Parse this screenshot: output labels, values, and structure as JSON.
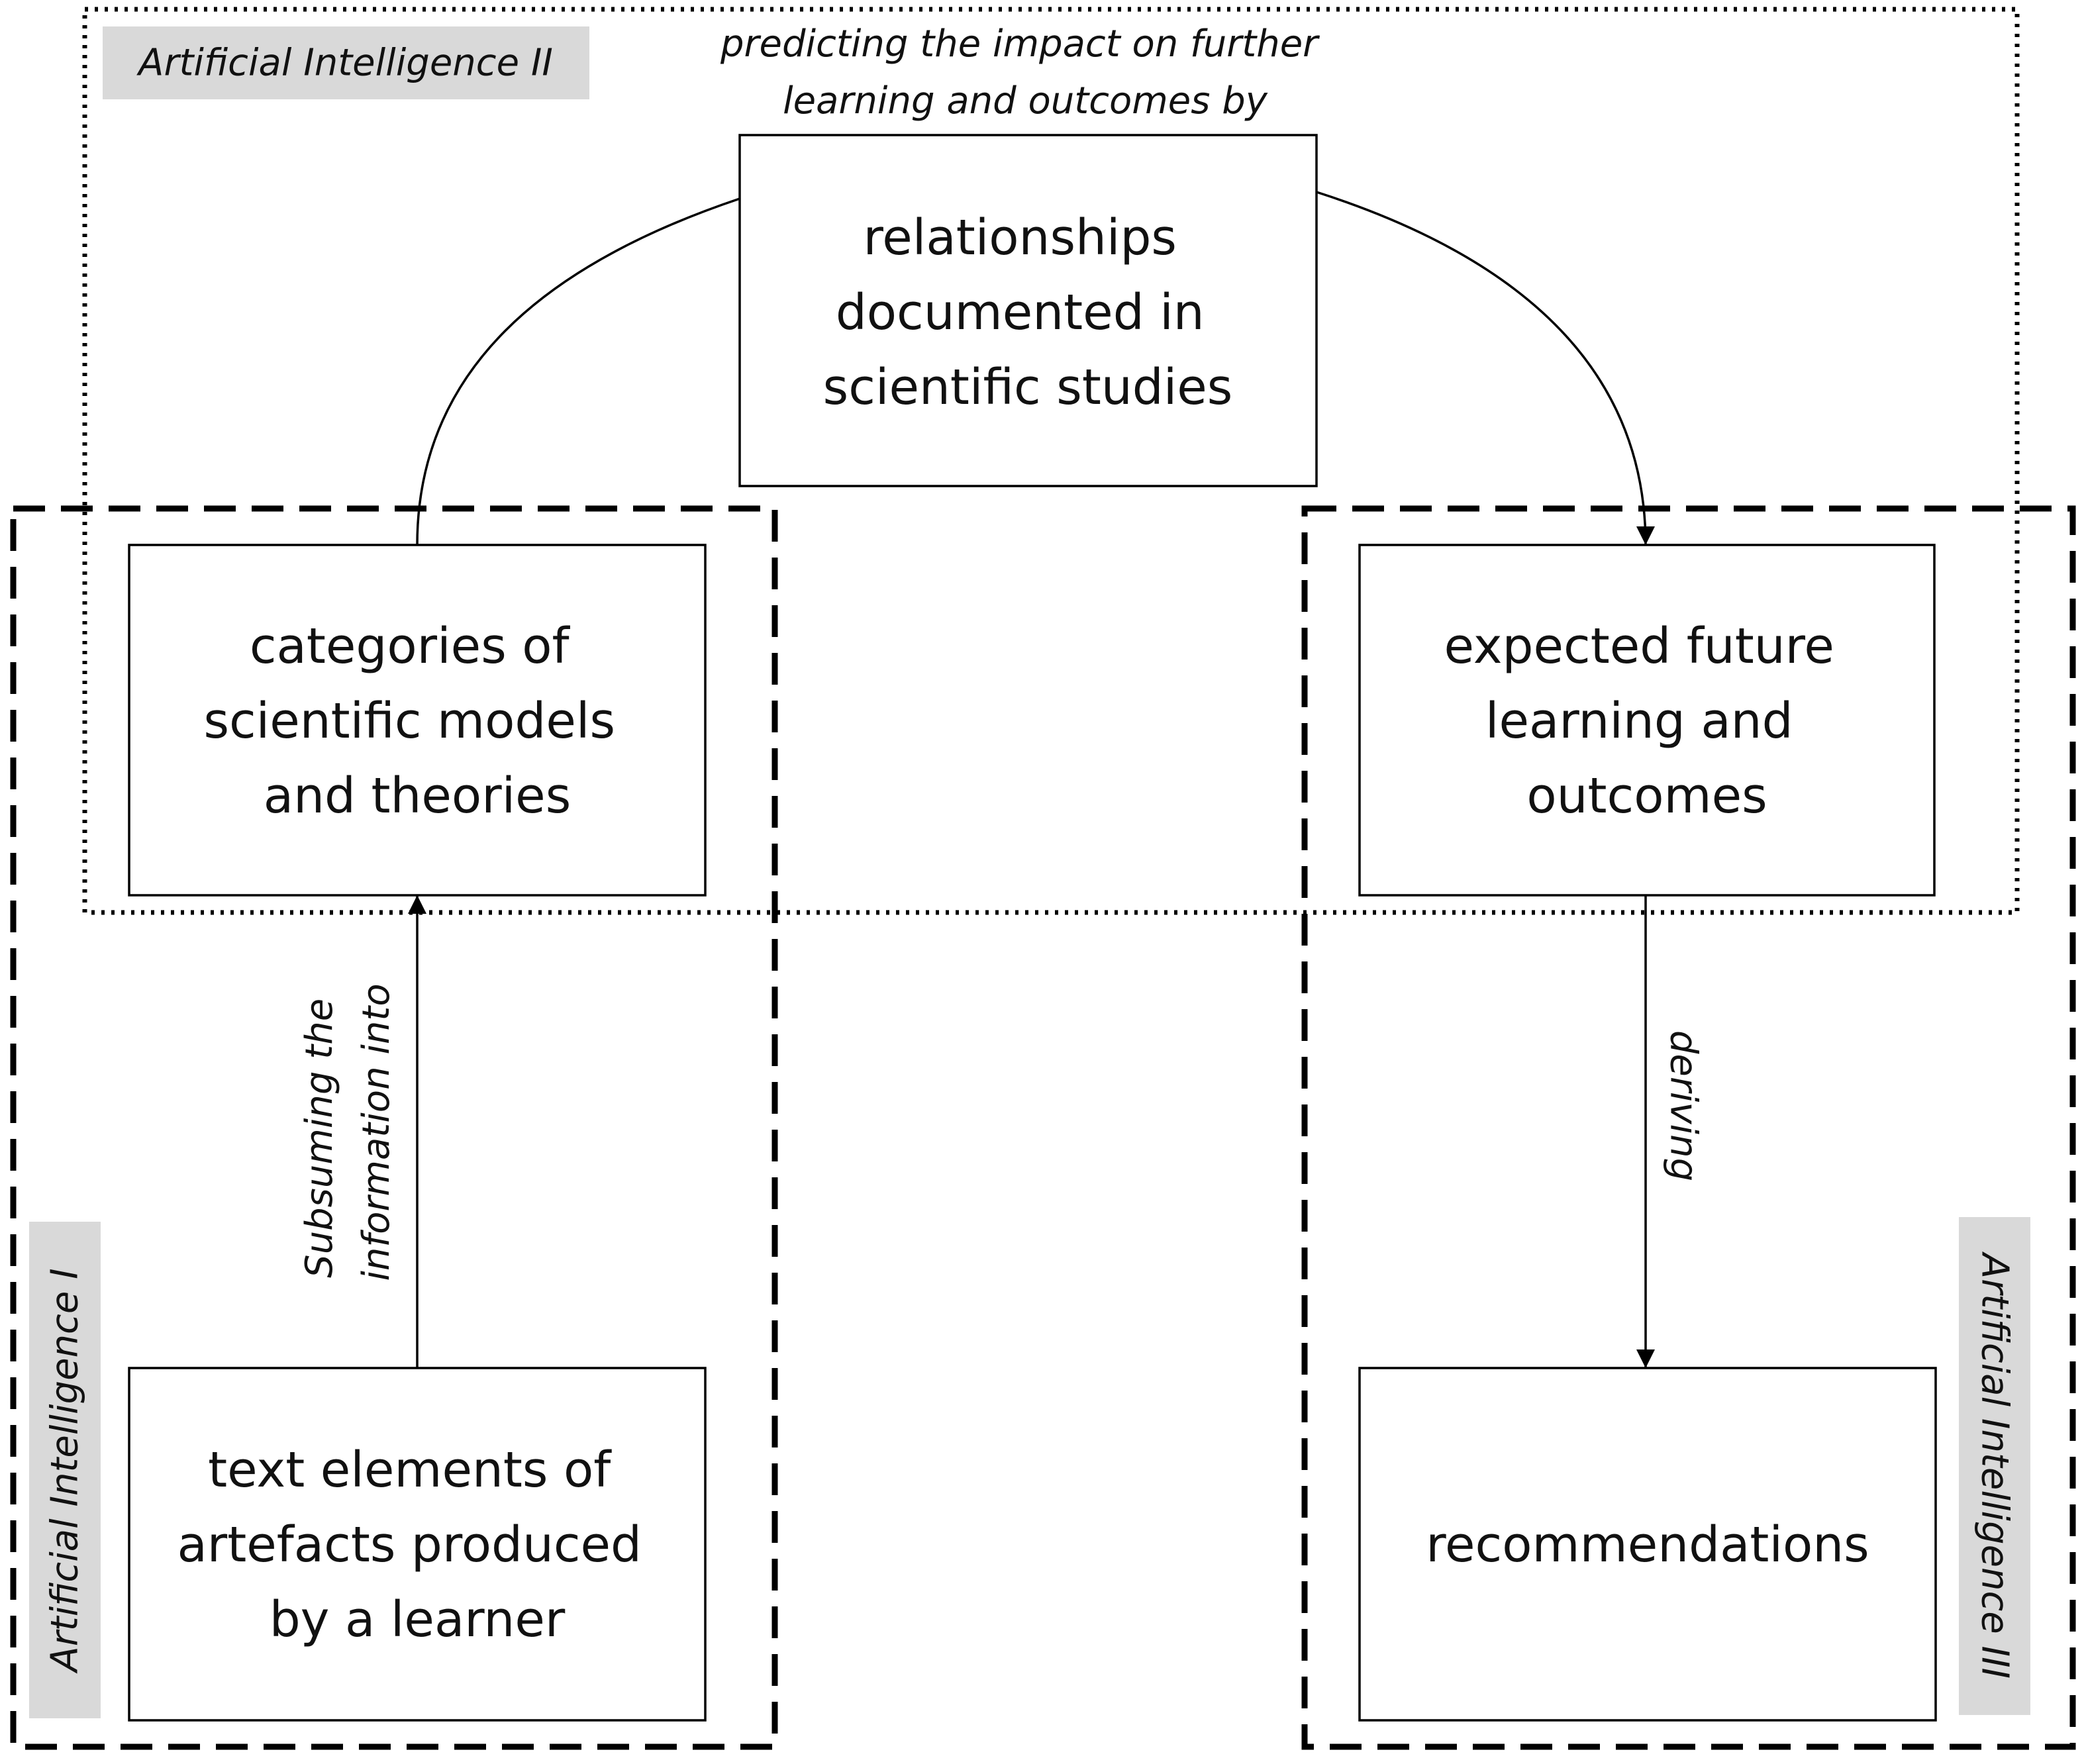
{
  "regions": {
    "ai1": "Artificial Intelligence I",
    "ai2": "Artificial Intelligence II",
    "ai3": "Artificial Intelligence III"
  },
  "nodes": {
    "relationships": [
      "relationships",
      "documented in",
      "scientific studies"
    ],
    "categories": [
      "categories of",
      "scientific models",
      "and theories"
    ],
    "expected": [
      "expected future",
      "learning and",
      "outcomes"
    ],
    "text_elements": [
      "text elements of",
      "artefacts produced",
      "by a learner"
    ],
    "recommendations": [
      "recommendations"
    ]
  },
  "edges": {
    "predicting": [
      "predicting the impact on further",
      "learning and outcomes by"
    ],
    "subsuming": [
      "Subsuming the",
      "information into"
    ],
    "deriving": [
      "deriving"
    ]
  }
}
